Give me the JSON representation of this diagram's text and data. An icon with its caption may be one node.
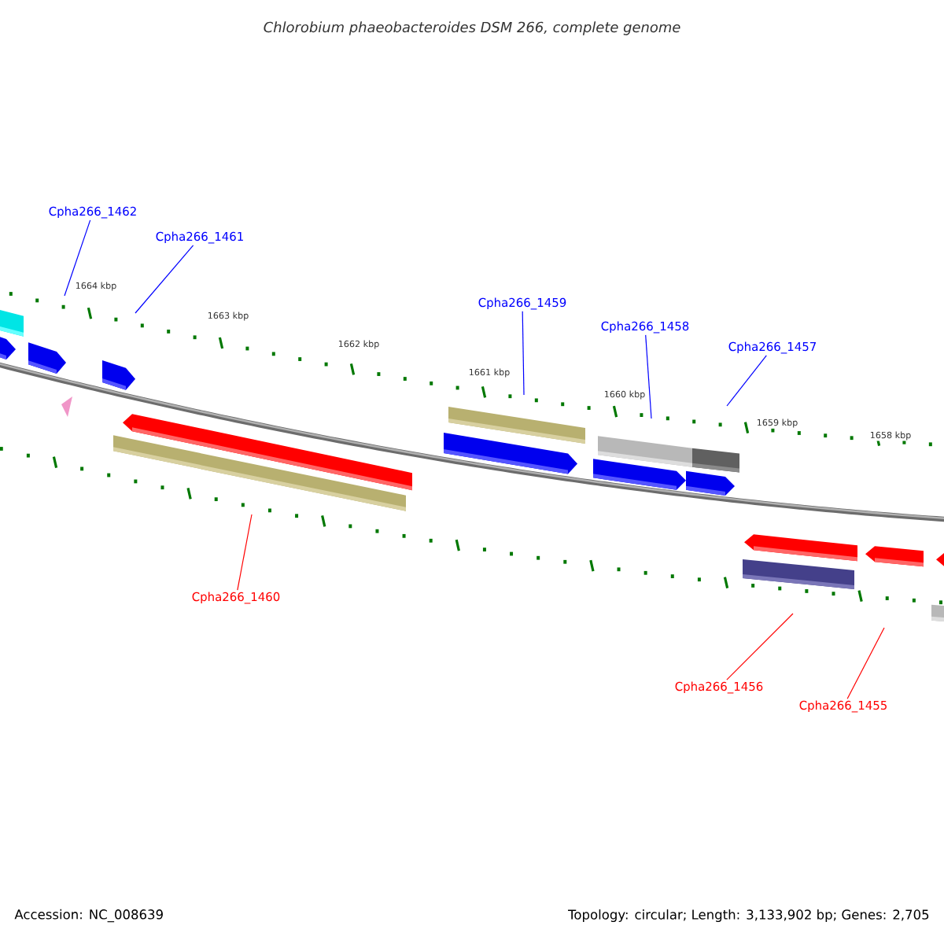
{
  "diagram": {
    "title": "Chlorobium phaeobacteroides DSM 266, complete genome",
    "nodes": [
      {
        "text": [
          "Cpha266_1462"
        ]
      },
      {
        "text": [
          "Cpha266_1461"
        ]
      },
      {
        "text": [
          "Cpha266_1459"
        ]
      },
      {
        "text": [
          "Cpha266_1458"
        ]
      },
      {
        "text": [
          "Cpha266_1457"
        ]
      },
      {
        "text": [
          "Cpha266_1460"
        ]
      },
      {
        "text": [
          "Cpha266_1456"
        ]
      },
      {
        "text": [
          "Cpha266_1455"
        ]
      }
    ],
    "edges": [
      {
        "from": 0,
        "to": null,
        "arrow": "none"
      },
      {
        "from": 1,
        "to": null,
        "arrow": "none"
      },
      {
        "from": 2,
        "to": null,
        "arrow": "none"
      },
      {
        "from": 3,
        "to": null,
        "arrow": "none"
      },
      {
        "from": 4,
        "to": null,
        "arrow": "none"
      },
      {
        "from": 5,
        "to": null,
        "arrow": "none",
        "color": "#ff0000"
      },
      {
        "from": 6,
        "to": null,
        "arrow": "none",
        "color": "#ff0000"
      },
      {
        "from": 7,
        "to": null,
        "arrow": "none",
        "color": "#ff0000"
      }
    ],
    "labels": [
      "1664 kbp",
      "1663 kbp",
      "1662 kbp",
      "1661 kbp",
      "1660 kbp",
      "1659 kbp",
      "1658 kbp",
      "Accession: NC_008639",
      "Topology: circular; Length: 3,133,902 bp; Genes: 2,705"
    ]
  }
}
